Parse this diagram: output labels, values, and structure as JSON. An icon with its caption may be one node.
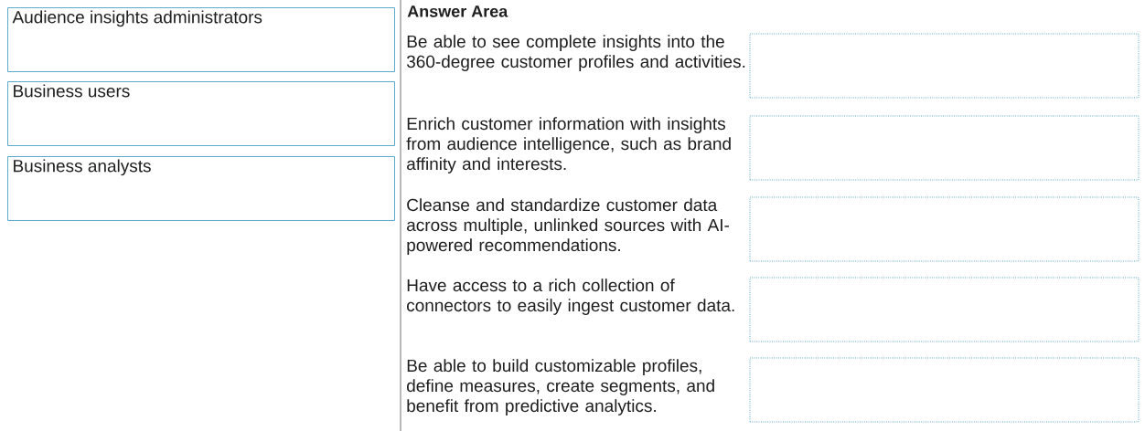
{
  "diagram": {
    "title": "Answer Area",
    "nodes": [
      {
        "text": [
          "Audience insights administrators"
        ]
      },
      {
        "text": [
          "Business users"
        ]
      },
      {
        "text": [
          "Business analysts"
        ]
      },
      {
        "text": [],
        "shape": "box",
        "beside": [
          "Be able to see complete insights into the 360-degree customer profiles and activities."
        ]
      },
      {
        "text": [],
        "shape": "box",
        "beside": [
          "Enrich customer information with insights from audience intelligence, such as brand affinity and interests."
        ]
      },
      {
        "text": [],
        "shape": "box",
        "beside": [
          "Cleanse and standardize customer data across multiple, unlinked sources with AI-powered recommendations."
        ]
      },
      {
        "text": [],
        "shape": "box",
        "beside": [
          "Have access to a rich collection of connectors to easily ingest customer data."
        ]
      },
      {
        "text": [],
        "shape": "box",
        "beside": [
          "Be able to build customizable profiles, define measures, create segments, and benefit from predictive analytics."
        ]
      }
    ]
  }
}
